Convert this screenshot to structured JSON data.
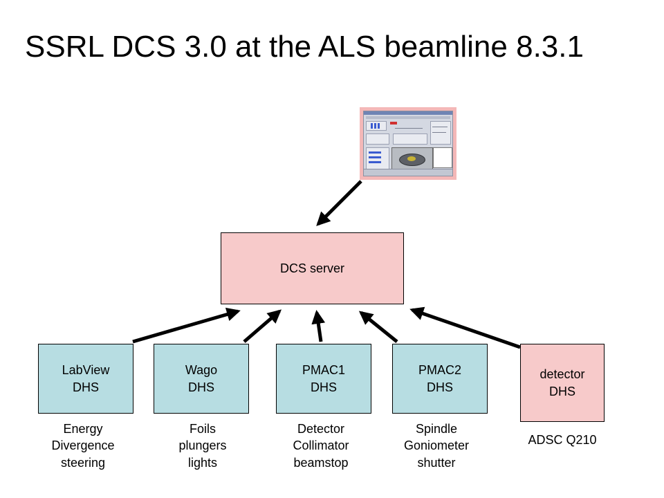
{
  "title": "SSRL DCS 3.0 at the ALS beamline 8.3.1",
  "server": {
    "label": "DCS server",
    "color": "#f7caca"
  },
  "gui_screenshot": {
    "icon": "gui-screenshot-icon"
  },
  "dhs_nodes": [
    {
      "label": "LabView\nDHS",
      "caption": "Energy\nDivergence\nsteering",
      "color": "#b7dde2"
    },
    {
      "label": "Wago\nDHS",
      "caption": "Foils\nplungers\nlights",
      "color": "#b7dde2"
    },
    {
      "label": "PMAC1\nDHS",
      "caption": "Detector\nCollimator\nbeamstop",
      "color": "#b7dde2"
    },
    {
      "label": "PMAC2\nDHS",
      "caption": "Spindle\nGoniometer\nshutter",
      "color": "#b7dde2"
    },
    {
      "label": "detector\nDHS",
      "caption": "ADSC Q210",
      "color": "#f7caca"
    }
  ],
  "arrow_color": "#000000"
}
